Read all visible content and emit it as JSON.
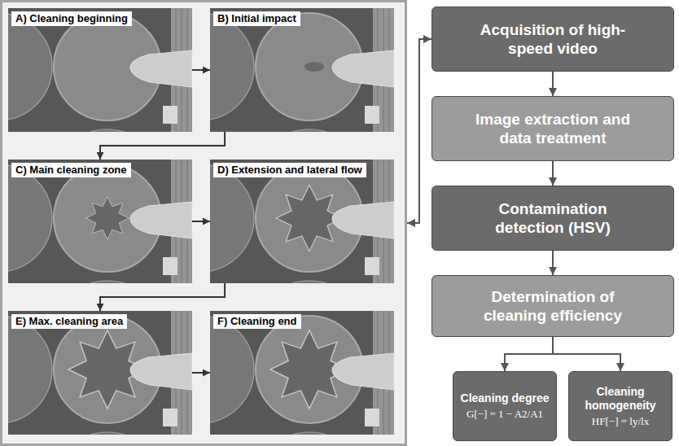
{
  "diagram": {
    "nodes": [
      {
        "text": []
      },
      {
        "text": [
          "A) Cleaning beginning"
        ],
        "in": 0
      },
      {
        "text": [
          "B) Initial impact"
        ],
        "in": 0
      },
      {
        "text": [
          "C) Main cleaning zone"
        ],
        "in": 0
      },
      {
        "text": [
          "D) Extension and lateral flow"
        ],
        "in": 0
      },
      {
        "text": [
          "E) Max. cleaning area"
        ],
        "in": 0
      },
      {
        "text": [
          "F) Cleaning end"
        ],
        "in": 0
      },
      {
        "text": [
          "Acquisition of high-speed video"
        ]
      },
      {
        "text": [
          "Image extraction and data treatment"
        ]
      },
      {
        "text": [
          "Contamination detection (HSV)"
        ]
      },
      {
        "text": [
          "Determination of cleaning efficiency"
        ]
      },
      {
        "text": [
          "Cleaning degree",
          "G[−] = 1 − A2/A1"
        ]
      },
      {
        "text": [
          "Cleaning homogeneity",
          "HF[−] = ly/lx"
        ]
      }
    ],
    "edges": [
      {
        "from": 1,
        "to": 2,
        "arrow": "to"
      },
      {
        "from": 2,
        "to": 3,
        "arrow": "to"
      },
      {
        "from": 3,
        "to": 4,
        "arrow": "to"
      },
      {
        "from": 4,
        "to": 5,
        "arrow": "to"
      },
      {
        "from": 5,
        "to": 6,
        "arrow": "to"
      },
      {
        "from": 0,
        "to": 7,
        "arrow": "both"
      },
      {
        "from": 7,
        "to": 8,
        "arrow": "to"
      },
      {
        "from": 8,
        "to": 9,
        "arrow": "to"
      },
      {
        "from": 9,
        "to": 10,
        "arrow": "to"
      },
      {
        "from": 10,
        "to": 11,
        "arrow": "to"
      },
      {
        "from": 10,
        "to": 12,
        "arrow": "to"
      }
    ]
  }
}
